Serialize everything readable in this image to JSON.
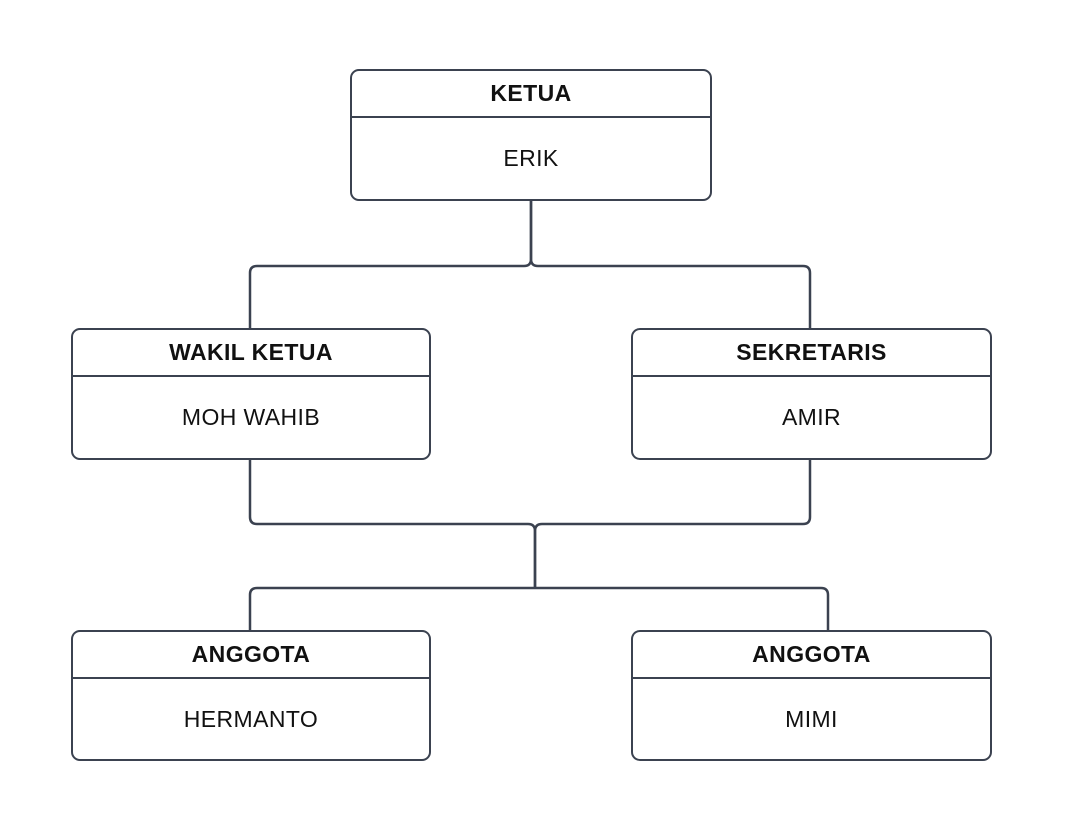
{
  "diagram": {
    "type": "org-chart",
    "background_color": "#ffffff",
    "line_color": "#3b4250",
    "text_color": "#111111",
    "node_fill_color": "#ffffff",
    "nodes": [
      {
        "id": "ketua",
        "title": "KETUA",
        "name": "ERIK"
      },
      {
        "id": "wakil-ketua",
        "title": "WAKIL KETUA",
        "name": "MOH WAHIB"
      },
      {
        "id": "sekretaris",
        "title": "SEKRETARIS",
        "name": "AMIR"
      },
      {
        "id": "anggota-hermanto",
        "title": "ANGGOTA",
        "name": "HERMANTO"
      },
      {
        "id": "anggota-mimi",
        "title": "ANGGOTA",
        "name": "MIMI"
      }
    ],
    "edges": [
      {
        "from": "ketua",
        "to": "wakil-ketua"
      },
      {
        "from": "ketua",
        "to": "sekretaris"
      },
      {
        "from": [
          "wakil-ketua",
          "sekretaris"
        ],
        "to": [
          "anggota-hermanto",
          "anggota-mimi"
        ],
        "note": "merged bus junction"
      }
    ]
  }
}
